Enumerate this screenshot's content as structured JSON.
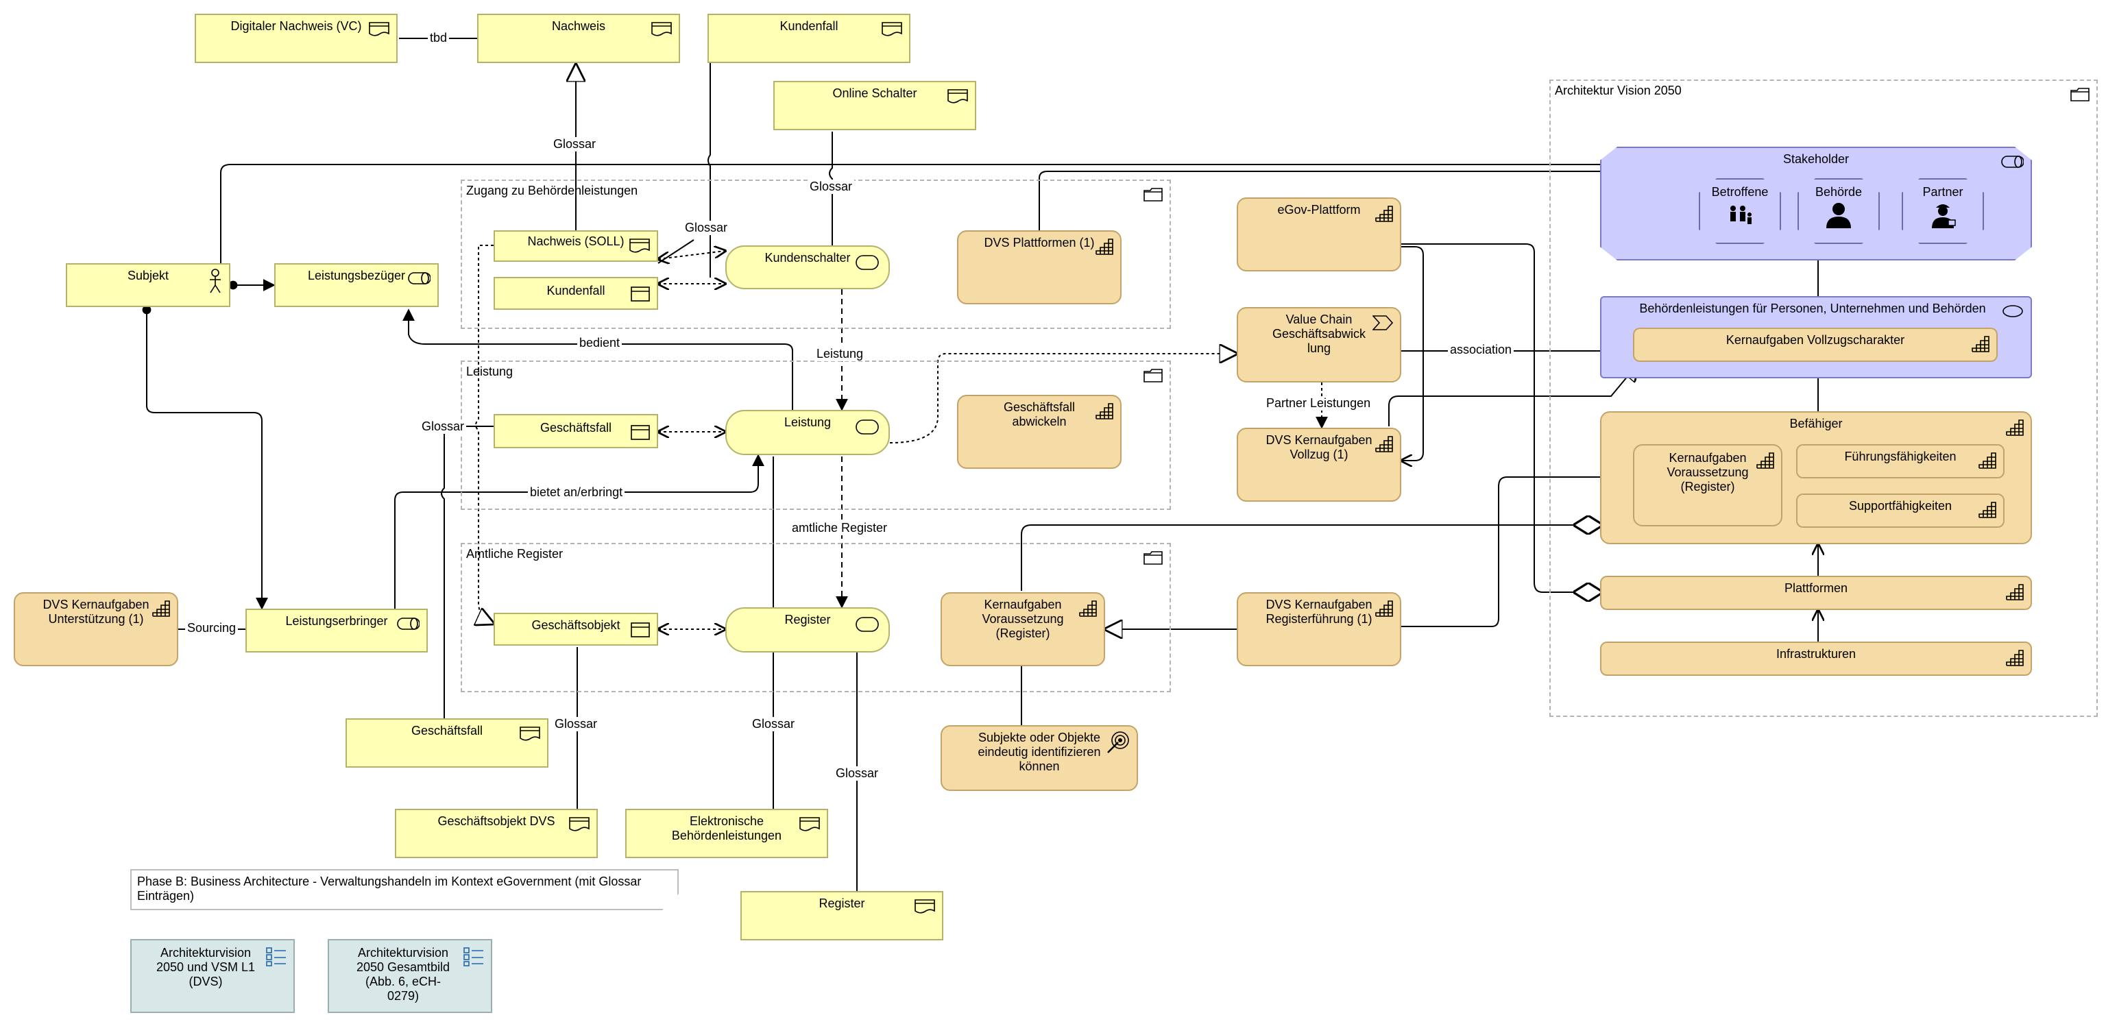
{
  "groups": {
    "zugang": "Zugang zu Behördenleistungen",
    "leistung": "Leistung",
    "register": "Amtliche Register",
    "vision": "Architektur Vision 2050"
  },
  "nodes": {
    "digitaler_nachweis": "Digitaler Nachweis (VC)",
    "nachweis": "Nachweis",
    "kundenfall_top": "Kundenfall",
    "online_schalter": "Online Schalter",
    "subjekt": "Subjekt",
    "leistungsbezueger": "Leistungsbezüger",
    "nachweis_soll": "Nachweis (SOLL)",
    "kundenfall_inner": "Kundenfall",
    "kundenschalter": "Kundenschalter",
    "dvs_plattformen": "DVS Plattformen (1)",
    "egov_plattform": "eGov-Plattform",
    "value_chain": "Value Chain\nGeschäftsabwick\nlung",
    "geschaeftsfall_inner": "Geschäftsfall",
    "leistung_service": "Leistung",
    "geschaeftsfall_abwickeln": "Geschäftsfall\nabwickeln",
    "dvs_vollzug": "DVS Kernaufgaben\nVollzug (1)",
    "dvs_unterstuetzung": "DVS Kernaufgaben\nUnterstützung (1)",
    "leistungserbringer": "Leistungserbringer",
    "geschaeftsobjekt": "Geschäftsobjekt",
    "register_service": "Register",
    "kernaufgaben_vorauss_mid": "Kernaufgaben\nVoraussetzung\n(Register)",
    "dvs_registerfuehrung": "DVS Kernaufgaben\nRegisterführung (1)",
    "subjekte_objekte": "Subjekte oder Objekte\neindeutig identifizieren\nkönnen",
    "geschaeftsfall_bottom": "Geschäftsfall",
    "geschaeftsobjekt_dvs": "Geschäftsobjekt DVS",
    "elektronische": "Elektronische\nBehördenleistungen",
    "register_bottom": "Register",
    "stakeholder": "Stakeholder",
    "betroffene": "Betroffene",
    "behoerde": "Behörde",
    "partner": "Partner",
    "behoerdenleistungen": "Behördenleistungen für Personen, Unternehmen und Behörden",
    "kernaufgaben_vollzug": "Kernaufgaben Vollzugscharakter",
    "befaehiger": "Befähiger",
    "kernaufgaben_vorauss_right": "Kernaufgaben\nVoraussetzung\n(Register)",
    "fuehrungsfaehigkeiten": "Führungsfähigkeiten",
    "supportfaehigkeiten": "Supportfähigkeiten",
    "plattformen": "Plattformen",
    "infrastrukturen": "Infrastrukturen",
    "vision_vsm": "Architekturvision\n2050 und VSM L1\n(DVS)",
    "vision_gesamtbild": "Architekturvision\n2050 Gesamtbild\n(Abb. 6, eCH-\n0279)"
  },
  "note": "Phase B: Business Architecture - Verwaltungshandeln im Kontext eGovernment (mit Glossar Einträgen)",
  "edge_labels": {
    "tbd": "tbd",
    "glossar_nachweis": "Glossar",
    "glossar_kundenfall": "Glossar",
    "glossar_online": "Glossar",
    "leistung": "Leistung",
    "bedient": "bedient",
    "association": "association",
    "partner_leistungen": "Partner Leistungen",
    "glossar_geschaeftsfall": "Glossar",
    "bietet": "bietet an/erbringt",
    "amtliche_register": "amtliche Register",
    "sourcing": "Sourcing",
    "glossar_geschaeftsobjekt": "Glossar",
    "glossar_elektronisch": "Glossar",
    "glossar_register": "Glossar"
  },
  "colors": {
    "business_object": "#ffffb5",
    "capability": "#f5dba5",
    "stakeholder": "#ccccff",
    "view_ref": "#d8e8e8"
  },
  "icons": {
    "artefact": "document-icon",
    "service": "rounded-rect-icon",
    "capability": "stairs-icon",
    "actor": "person-icon",
    "value_stream": "chevron-icon",
    "goal": "target-icon",
    "folder": "folder-icon",
    "view_ref": "list-icon"
  }
}
